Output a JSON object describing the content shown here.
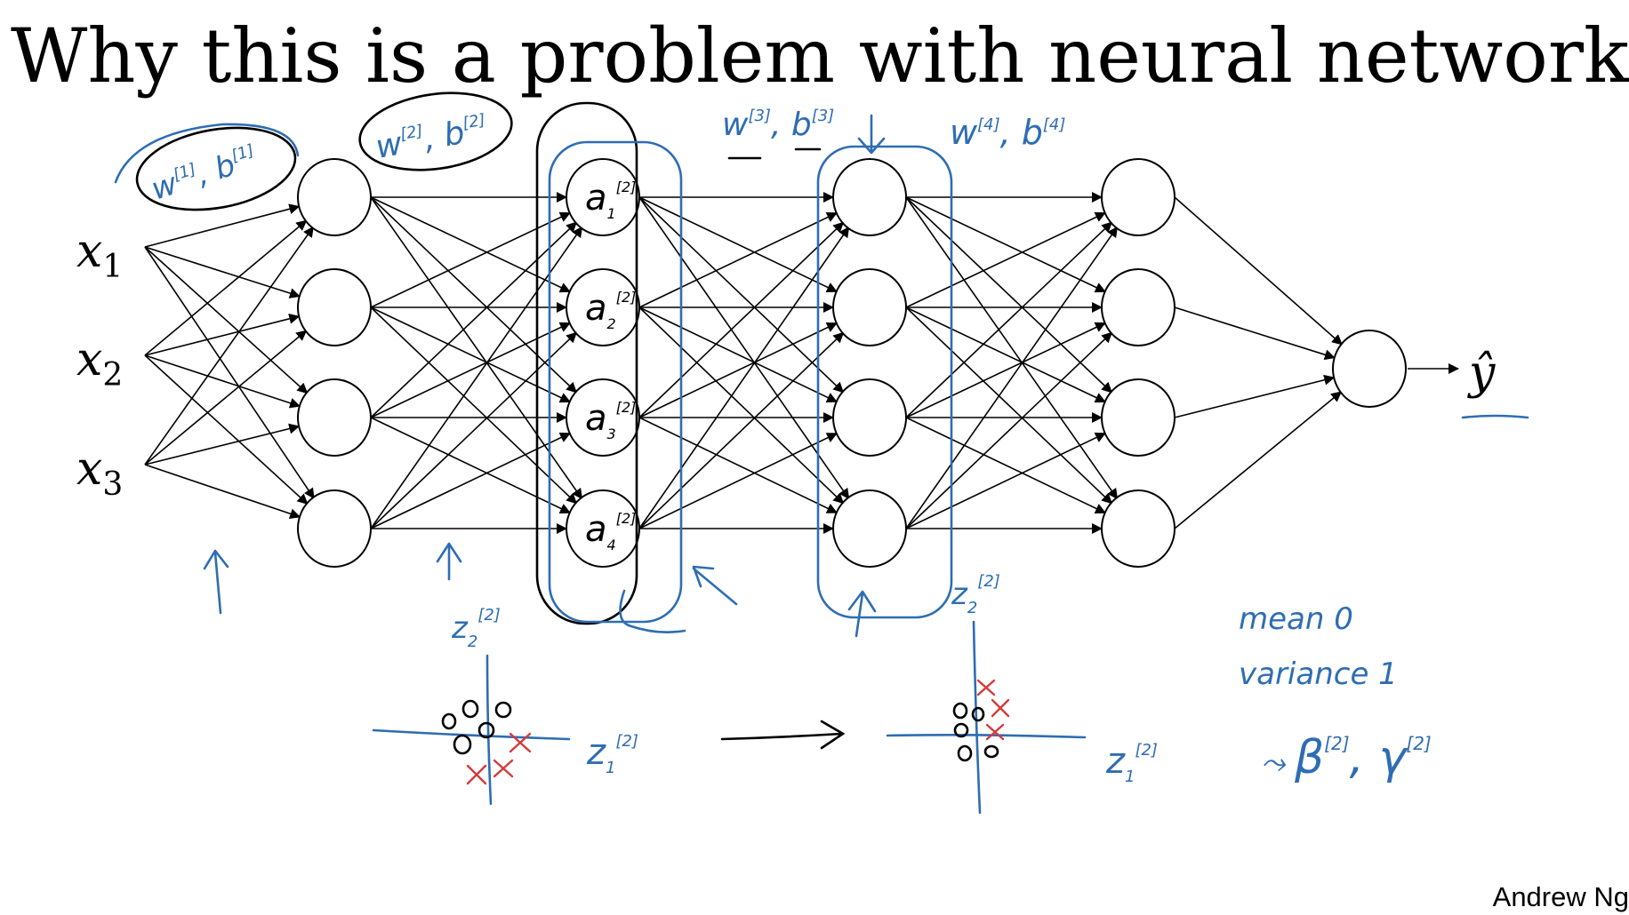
{
  "title": "Why this is a problem with neural networks?",
  "inputs": [
    {
      "letter": "x",
      "sub": "1"
    },
    {
      "letter": "x",
      "sub": "2"
    },
    {
      "letter": "x",
      "sub": "3"
    }
  ],
  "output": {
    "label": "ŷ"
  },
  "author": "Andrew Ng",
  "annotations": {
    "w1": "w",
    "b1": "b",
    "w2": "w",
    "b2": "b",
    "w3": "w",
    "b3": "b",
    "w4": "w",
    "b4": "b",
    "sup1": "[1]",
    "sup2": "[2]",
    "sup3": "[3]",
    "sup4": "[4]",
    "a": "a",
    "z": "z",
    "mean": "mean  0",
    "variance": "variance  1",
    "beta": "β",
    "gamma": "γ"
  },
  "colors": {
    "ink": "#2e6db3",
    "red": "#d43a3a",
    "black": "#000000"
  }
}
